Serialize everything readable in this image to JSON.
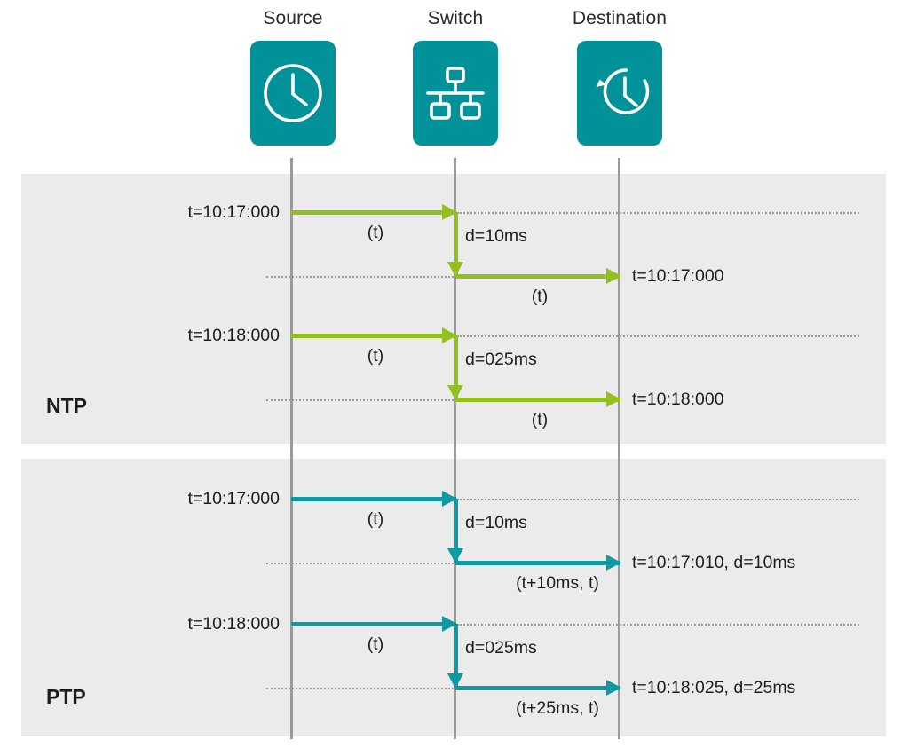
{
  "diagram": {
    "title_nodes": [
      {
        "label": "Source",
        "icon": "clock-icon"
      },
      {
        "label": "Switch",
        "icon": "network-switch-icon"
      },
      {
        "label": "Destination",
        "icon": "clock-rewind-icon"
      }
    ],
    "colors": {
      "ntp_accent": "#93c01f",
      "ptp_accent": "#0d9aa3",
      "node_box": "#009199",
      "band_bg": "#ebebeb",
      "lifeline": "#9a9a9a",
      "text": "#1d1d1d"
    },
    "bands": [
      {
        "name": "NTP",
        "label": "NTP",
        "accent": "#93c01f",
        "flows": [
          {
            "source_time": "t=10:17:000",
            "send_label": "(t)",
            "delay_label": "d=10ms",
            "deliver_label": "(t)",
            "dest_time": "t=10:17:000"
          },
          {
            "source_time": "t=10:18:000",
            "send_label": "(t)",
            "delay_label": "d=025ms",
            "deliver_label": "(t)",
            "dest_time": "t=10:18:000"
          }
        ]
      },
      {
        "name": "PTP",
        "label": "PTP",
        "accent": "#0d9aa3",
        "flows": [
          {
            "source_time": "t=10:17:000",
            "send_label": "(t)",
            "delay_label": "d=10ms",
            "deliver_label": "(t+10ms, t)",
            "dest_time": "t=10:17:010, d=10ms"
          },
          {
            "source_time": "t=10:18:000",
            "send_label": "(t)",
            "delay_label": "d=025ms",
            "deliver_label": "(t+25ms, t)",
            "dest_time": "t=10:18:025, d=25ms"
          }
        ]
      }
    ]
  }
}
